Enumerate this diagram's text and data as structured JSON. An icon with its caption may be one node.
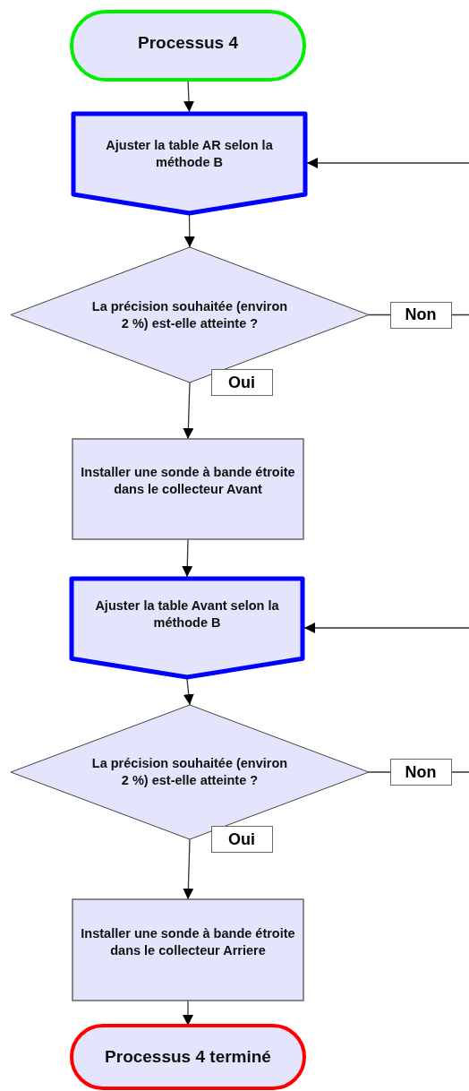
{
  "diagram": {
    "nodes": [
      {
        "text": [
          "Processus 4"
        ]
      },
      {
        "text": [
          "Ajuster la table AR selon la méthode B"
        ]
      },
      {
        "text": [
          "La précision souhaitée (environ 2 %) est-elle atteinte ?"
        ]
      },
      {
        "text": [
          "Installer une sonde à bande étroite dans le collecteur Avant"
        ]
      },
      {
        "text": [
          "Ajuster la table Avant selon la méthode B"
        ]
      },
      {
        "text": [
          "La précision souhaitée (environ 2 %) est-elle atteinte ?"
        ]
      },
      {
        "text": [
          "Installer une sonde à bande étroite dans le collecteur Arriere"
        ]
      },
      {
        "text": [
          "Processus 4 terminé"
        ]
      }
    ],
    "edges": [
      {
        "from": 0,
        "to": 1,
        "arrow": "to"
      },
      {
        "from": 1,
        "to": 2,
        "arrow": "to"
      },
      {
        "from": 2,
        "to": 3,
        "label": "Oui",
        "arrow": "to"
      },
      {
        "from": 2,
        "to": null,
        "label": "Non",
        "arrow": "none"
      },
      {
        "from": null,
        "to": 1,
        "arrow": "to"
      },
      {
        "from": 3,
        "to": 4,
        "arrow": "to"
      },
      {
        "from": 4,
        "to": 5,
        "arrow": "to"
      },
      {
        "from": 5,
        "to": 6,
        "label": "Oui",
        "arrow": "to"
      },
      {
        "from": 5,
        "to": null,
        "label": "Non",
        "arrow": "none"
      },
      {
        "from": null,
        "to": 4,
        "arrow": "to"
      },
      {
        "from": 6,
        "to": 7,
        "arrow": "to"
      }
    ]
  }
}
